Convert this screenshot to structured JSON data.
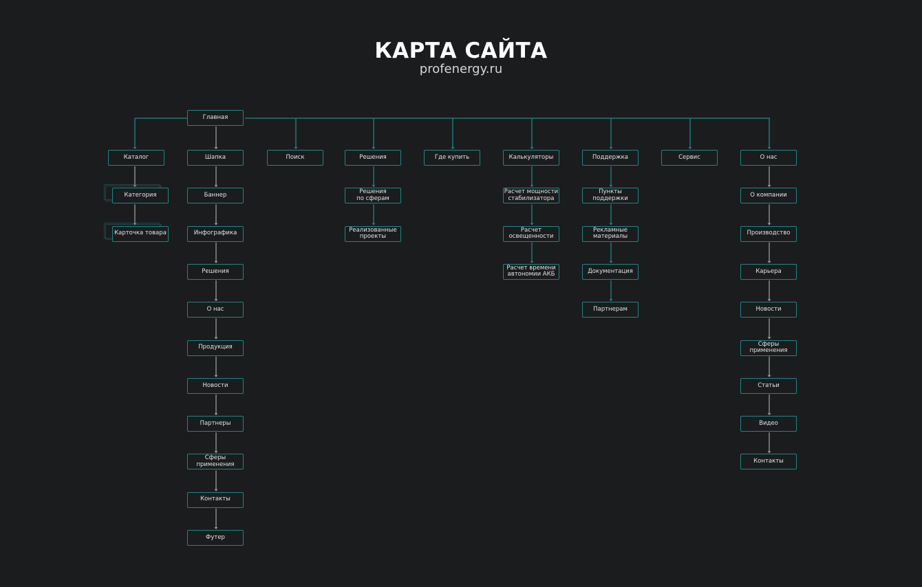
{
  "header": {
    "title": "КАРТА САЙТА",
    "subtitle": "profenergy.ru"
  },
  "colors": {
    "background": "#1b1c1e",
    "teal": "#1f8686",
    "gray_arrow": "#9a9a9a",
    "text": "#e2e2e2"
  },
  "root": "Главная",
  "columns": [
    {
      "label": "Каталог",
      "arrow": "gray",
      "children": [
        "Категория",
        "Карточка товара"
      ]
    },
    {
      "label": "Шапка",
      "arrow": "gray",
      "children": [
        "Баннер",
        "Инфографика",
        "Решения",
        "О нас",
        "Продукция",
        "Новости",
        "Партнеры",
        "Сферы применения",
        "Контакты",
        "Футер"
      ]
    },
    {
      "label": "Поиск",
      "arrow": "teal",
      "children": []
    },
    {
      "label": "Решения",
      "arrow": "teal",
      "children": [
        "Решения\nпо сферам",
        "Реализованные\nпроекты"
      ]
    },
    {
      "label": "Где купить",
      "arrow": "teal",
      "children": []
    },
    {
      "label": "Калькуляторы",
      "arrow": "teal",
      "children": [
        "Расчет мощности\nстабилизатора",
        "Расчет\nосвещенности",
        "Расчет времени\nавтономии АКБ"
      ]
    },
    {
      "label": "Поддержка",
      "arrow": "teal",
      "children": [
        "Пункты\nподдержки",
        "Рекламные\nматериалы",
        "Документация",
        "Партнерам"
      ]
    },
    {
      "label": "Сервис",
      "arrow": "teal",
      "children": []
    },
    {
      "label": "О нас",
      "arrow": "gray",
      "children": [
        "О компании",
        "Производство",
        "Карьера",
        "Новости",
        "Сферы применения",
        "Статьи",
        "Видео",
        "Контакты"
      ]
    }
  ]
}
